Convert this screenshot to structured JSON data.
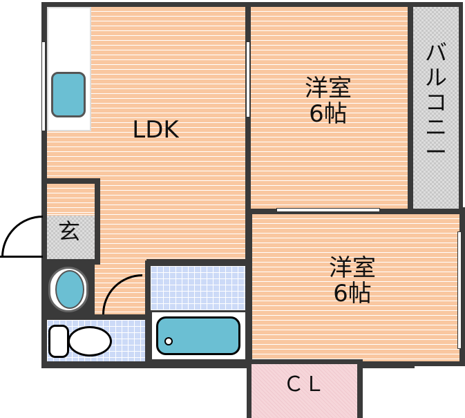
{
  "rooms": {
    "ldk": "LDK",
    "western1": {
      "name": "洋室",
      "size": "6帖"
    },
    "western2": {
      "name": "洋室",
      "size": "6帖"
    },
    "balcony": "バルコニー",
    "closet": "ＣＬ",
    "entrance": "玄"
  },
  "colors": {
    "floor": "#f9c7a0",
    "tile": "#ccdaf7",
    "fixture": "#6bbfd3",
    "wall": "#3a3a3a",
    "closet": "#f6d6da"
  }
}
